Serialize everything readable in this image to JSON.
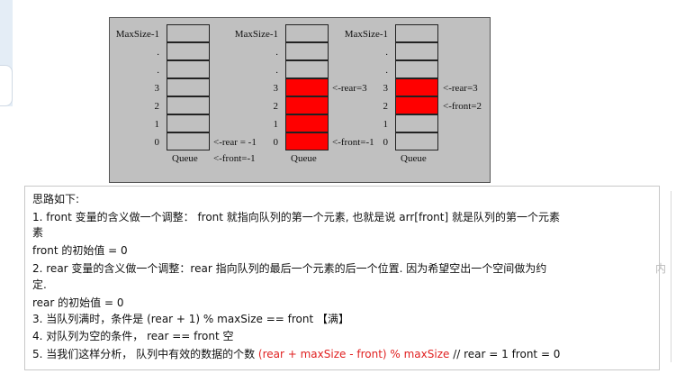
{
  "diagram": {
    "queues": [
      {
        "index_labels": [
          "MaxSize-1",
          ".",
          ".",
          "3",
          "2",
          "1",
          "0"
        ],
        "caption": "Queue",
        "filled_slots": [],
        "pointers": [
          {
            "text": "<-rear = -1",
            "slot": "0"
          },
          {
            "text": "<-front=-1",
            "slot": "caption"
          }
        ]
      },
      {
        "index_labels": [
          "MaxSize-1",
          ".",
          ".",
          "3",
          "2",
          "1",
          "0"
        ],
        "caption": "Queue",
        "filled_slots": [
          "3",
          "2",
          "1",
          "0"
        ],
        "pointers": [
          {
            "text": "<-rear=3",
            "slot": "3"
          },
          {
            "text": "<-front=-1",
            "slot": "0"
          }
        ]
      },
      {
        "index_labels": [
          "MaxSize-1",
          ".",
          ".",
          "3",
          "2",
          "1",
          "0"
        ],
        "caption": "Queue",
        "filled_slots": [
          "3",
          "2"
        ],
        "pointers": [
          {
            "text": "<-rear=3",
            "slot": "3"
          },
          {
            "text": "<-front=2",
            "slot": "2"
          }
        ]
      }
    ],
    "colors": {
      "background": "#c0c0c0",
      "filled": "#ff0000"
    }
  },
  "notes": {
    "heading": "思路如下:",
    "line1": "1.  front 变量的含义做一个调整： front 就指向队列的第一个元素, 也就是说 arr[front] 就是队列的第一个元素",
    "line1b": "素",
    "line2": "front 的初始值 = 0",
    "line3": "2.  rear 变量的含义做一个调整：rear 指向队列的最后一个元素的后一个位置. 因为希望空出一个空间做为约",
    "line3b": "定.",
    "line4": "rear 的初始值 = 0",
    "line5": "3. 当队列满时，条件是  (rear  + 1)  % maxSize == front 【满】",
    "line6": "4. 对队列为空的条件， rear == front 空",
    "line7_prefix": "5. 当我们这样分析， 队列中有效的数据的个数  ",
    "line7_formula": "(rear + maxSize - front) % maxSize",
    "line7_comment": "   // rear = 1 front = 0",
    "ghost": "内"
  }
}
